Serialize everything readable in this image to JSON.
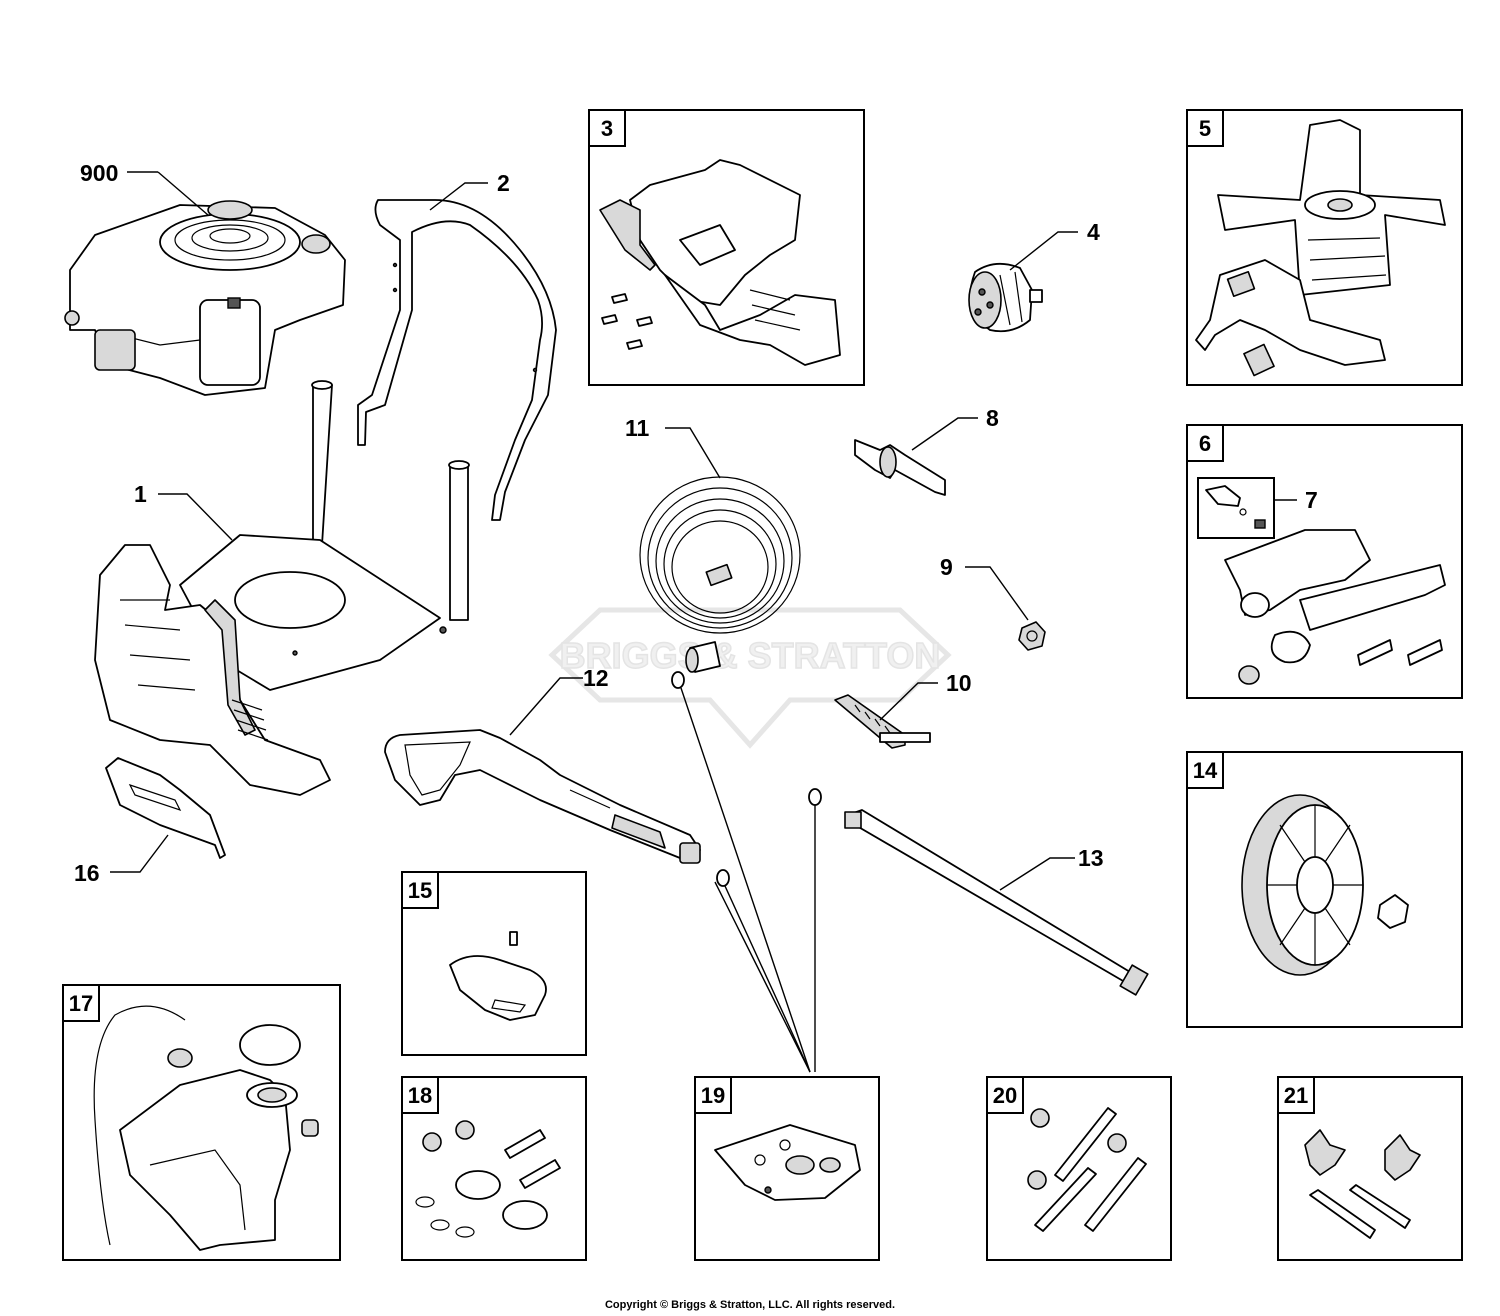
{
  "watermark": "BRIGGS & STRATTON",
  "callouts": {
    "c900": "900",
    "c1": "1",
    "c2": "2",
    "c4": "4",
    "c7": "7",
    "c8": "8",
    "c9": "9",
    "c10": "10",
    "c11": "11",
    "c12": "12",
    "c13": "13",
    "c16": "16"
  },
  "boxes": {
    "b3": "3",
    "b5": "5",
    "b6": "6",
    "b14": "14",
    "b15": "15",
    "b17": "17",
    "b18": "18",
    "b19": "19",
    "b20": "20",
    "b21": "21"
  },
  "footer": {
    "copyright": "Copyright © Briggs & Stratton, LLC. All rights reserved."
  }
}
